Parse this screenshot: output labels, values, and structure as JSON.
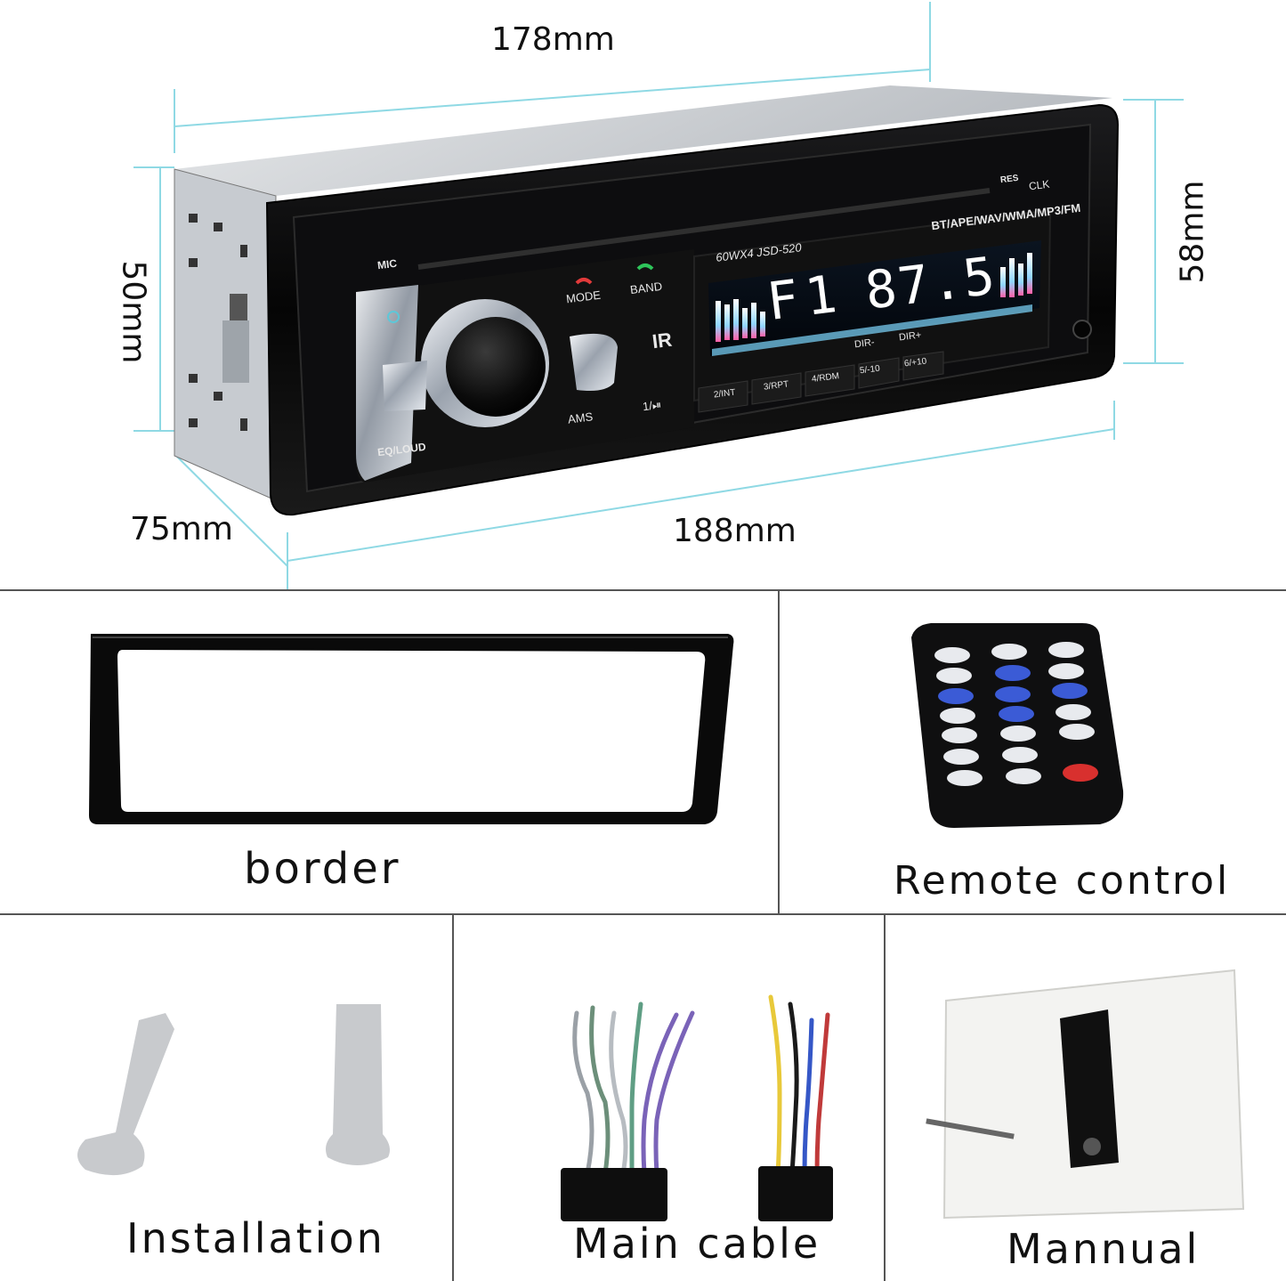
{
  "dimensions": {
    "top_width": "178mm",
    "front_height": "58mm",
    "side_height": "50mm",
    "depth": "75mm",
    "bottom_width": "188mm"
  },
  "radio": {
    "mic_label": "MIC",
    "res_label": "RES",
    "clk_label": "CLK",
    "formats_label": "BT/APE/WAV/WMA/MP3/FM",
    "model_label": "60WX4  JSD-520",
    "mode_label": "MODE",
    "band_label": "BAND",
    "ams_label": "AMS",
    "play_label": "1/⏯",
    "eq_label": "EQ/LOUD",
    "display_band": "F1",
    "display_freq": "87.5",
    "dir_minus": "DIR-",
    "dir_plus": "DIR+",
    "preset_buttons": [
      "2/INT",
      "3/RPT",
      "4/RDM",
      "5/-10",
      "6/+10"
    ],
    "ir_label": "IR",
    "colors": {
      "body": "#0a0a0a",
      "chrome": "#c9ced6",
      "display_glow": "#ffffff",
      "accent_cyan": "#5ec7d8"
    }
  },
  "accessories": {
    "border": {
      "label": "border"
    },
    "remote": {
      "label": "Remote control"
    },
    "installation": {
      "label": "Installation"
    },
    "cable": {
      "label": "Main cable"
    },
    "manual": {
      "label": "Mannual"
    }
  }
}
